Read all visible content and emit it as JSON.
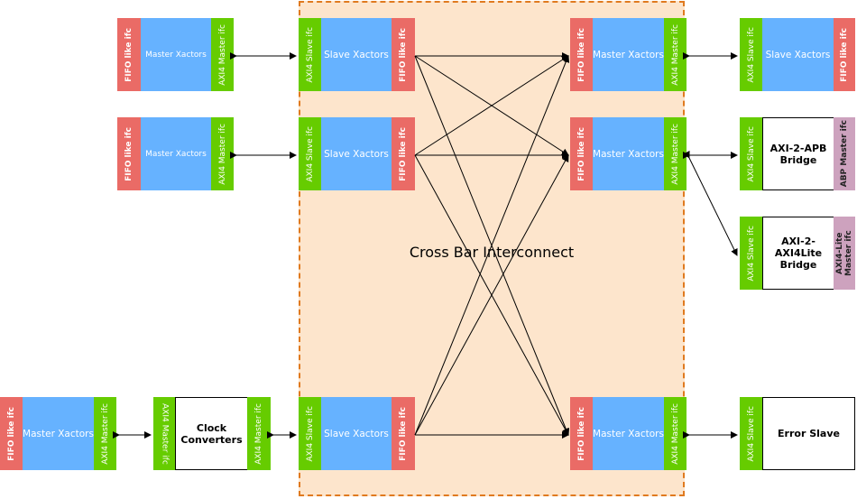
{
  "labels": {
    "fifo": "FIFO like ifc",
    "master_xactors": "Master Xactors",
    "axi4_master_ifc": "AXI4 Master ifc",
    "axi4_slave_ifc": "AXI4 Slave ifc",
    "slave_xactors": "Slave Xactors",
    "apb_bridge": "AXI-2-APB Bridge",
    "apb_master_ifc": "ABP Master ifc",
    "axi4lite_bridge": "AXI-2-AXI4Lite Bridge",
    "axi4lite_master_ifc": "AXI4-Lite Master ifc",
    "clock_converters": "Clock Converters",
    "error_slave": "Error Slave",
    "crossbar": "Cross Bar Interconnect"
  },
  "colors": {
    "fifo": "#ea6b66",
    "axi": "#66cc00",
    "xactor": "#66b2ff",
    "apb": "#cda2be",
    "region_fill": "#fde5cc",
    "region_border": "#e07a1f"
  }
}
